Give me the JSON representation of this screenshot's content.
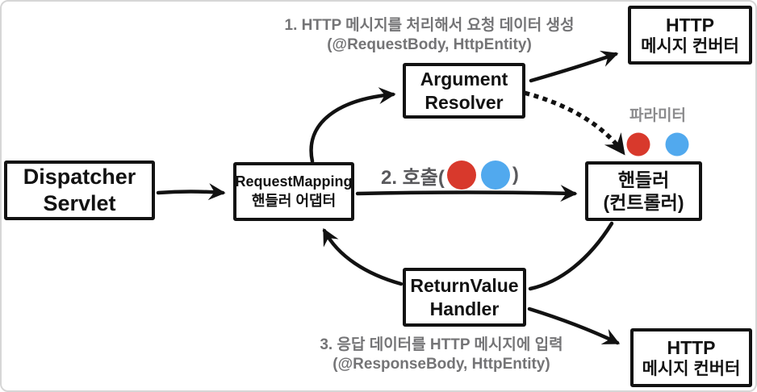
{
  "diagram": {
    "boxes": {
      "dispatcher": {
        "line1": "Dispatcher",
        "line2": "Servlet"
      },
      "adapter": {
        "line1": "RequestMapping",
        "line2": "핸들러 어댑터"
      },
      "argument_resolver": {
        "line1": "Argument",
        "line2": "Resolver"
      },
      "handler": {
        "line1": "핸들러",
        "line2": "(컨트롤러)"
      },
      "return_value": {
        "line1": "ReturnValue",
        "line2": "Handler"
      },
      "http_converter_top": {
        "line1": "HTTP",
        "line2": "메시지 컨버터"
      },
      "http_converter_bottom": {
        "line1": "HTTP",
        "line2": "메시지 컨버터"
      }
    },
    "notes": {
      "step1_line1": "1. HTTP 메시지를 처리해서 요청 데이터 생성",
      "step1_line2": "(@RequestBody, HttpEntity)",
      "step2_prefix": "2. 호출(",
      "step2_suffix": ")",
      "step3_line1": "3. 응답 데이터를 HTTP 메시지에 입력",
      "step3_line2": "(@ResponseBody, HttpEntity)",
      "param_label": "파라미터"
    },
    "colors": {
      "param_red": "#d8392c",
      "param_blue": "#51a9ee"
    }
  }
}
